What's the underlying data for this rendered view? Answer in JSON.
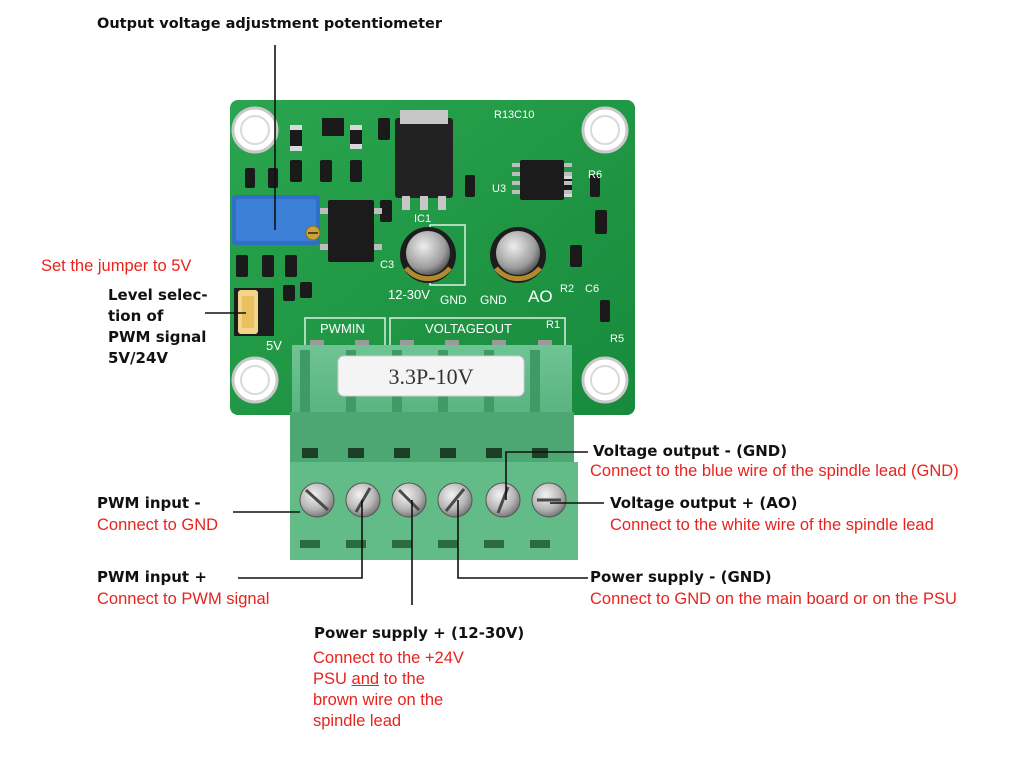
{
  "title": "Output voltage adjustment potentiometer",
  "board": {
    "terminal_tag": "3.3P-10V",
    "silk_pwmin": "PWMIN",
    "silk_voltageout": "VOLTAGEOUT",
    "silk_1230v": "12-30V",
    "silk_gnd1": "GND",
    "silk_gnd2": "GND",
    "silk_ao": "AO",
    "silk_5v": "5V",
    "silk_ic1": "IC1",
    "silk_r13": "R13C10",
    "silk_u3": "U3",
    "silk_r1": "R1",
    "silk_r2": "R2",
    "silk_c3": "C3",
    "silk_c6": "C6",
    "silk_r5": "R5",
    "silk_r6": "R6"
  },
  "annotations": {
    "jumper_red": "Set the jumper to 5V",
    "level_selection": [
      "Level selec-",
      "tion of",
      "PWM signal",
      "5V/24V"
    ],
    "vout_minus_title": "Voltage output - (GND)",
    "vout_minus_desc": "Connect to the blue wire of the spindle lead (GND)",
    "vout_plus_title": "Voltage output + (AO)",
    "vout_plus_desc": "Connect to the white wire of the spindle lead",
    "pwm_minus_title": "PWM input -",
    "pwm_minus_desc": "Connect to GND",
    "pwm_plus_title": "PWM input +",
    "pwm_plus_desc": "Connect to PWM signal",
    "psu_minus_title": "Power supply - (GND)",
    "psu_minus_desc": "Connect to GND on the main board or on the PSU",
    "psu_plus_title": "Power supply + (12-30V)",
    "psu_plus_desc_1": "Connect to the +24V",
    "psu_plus_desc_2a": "PSU ",
    "psu_plus_desc_2b": "and",
    "psu_plus_desc_2c": " to the",
    "psu_plus_desc_3": "brown wire on the",
    "psu_plus_desc_4": "spindle lead"
  },
  "colors": {
    "pcb": "#1f9a43",
    "pcb_dark": "#137532",
    "terminal": "#5cb583",
    "label_red": "#e8231e",
    "trimmer_blue": "#2f6fc4"
  }
}
